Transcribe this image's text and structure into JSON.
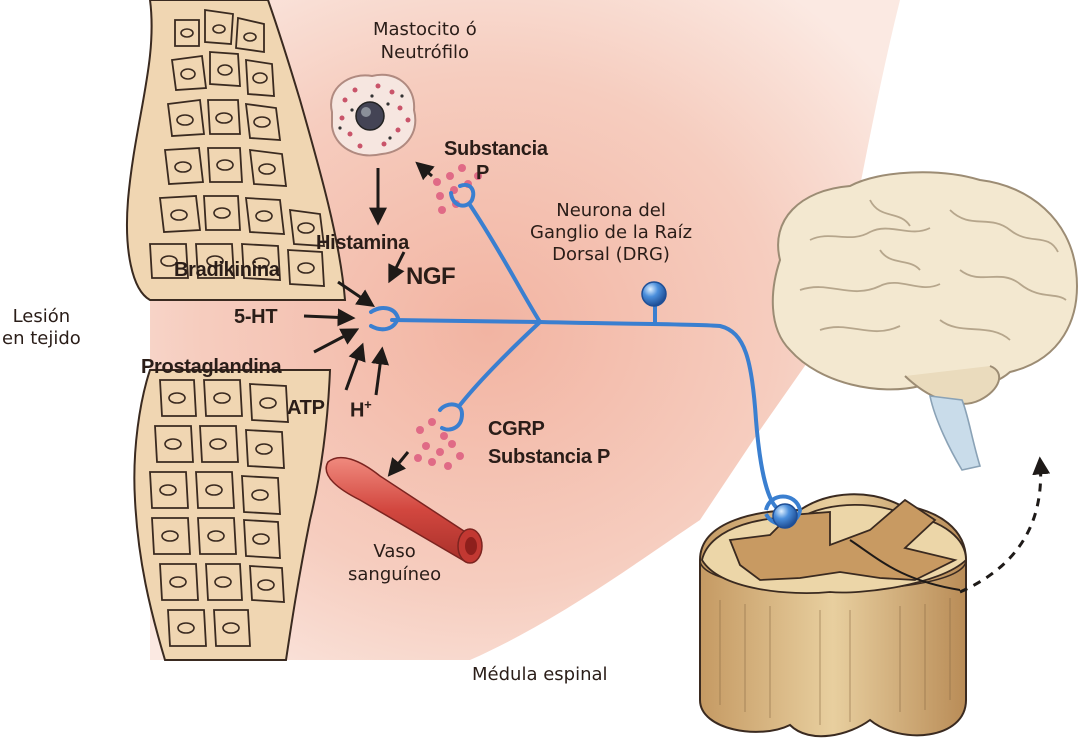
{
  "labels": {
    "mast_cell": [
      "Mastocito ó",
      "Neutrófilo"
    ],
    "substance_p_top": [
      "Substancia",
      "P"
    ],
    "drg_neuron": [
      "Neurona del",
      "Ganglio de la Raíz",
      "Dorsal (DRG)"
    ],
    "histamine": "Histamina",
    "bradykinin": "Bradikinina",
    "ngf": "NGF",
    "serotonin": "5-HT",
    "prostaglandin": "Prostaglandina",
    "atp": "ATP",
    "proton": "H",
    "proton_sup": "+",
    "tissue_injury": [
      "Lesión",
      "en tejido"
    ],
    "cgrp": "CGRP",
    "substance_p_bottom": "Substancia P",
    "blood_vessel": [
      "Vaso",
      "sanguíneo"
    ],
    "spinal_cord": "Médula espinal"
  },
  "colors": {
    "tissue_bg": "#f4c0b0",
    "neuron": "#3a7fd0",
    "skin": "#f0d8b4",
    "vessel": "#d85048",
    "spinal_cord": "#dcc08c",
    "brain": "#f2e6cc",
    "text": "#2a1d18"
  }
}
